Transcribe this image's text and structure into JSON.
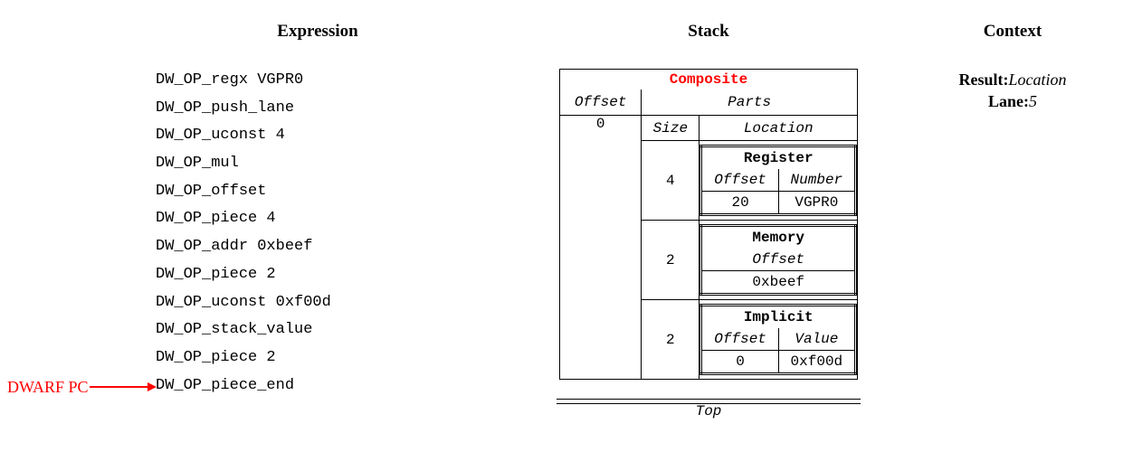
{
  "headings": {
    "expression": "Expression",
    "stack": "Stack",
    "context": "Context"
  },
  "expression": {
    "lines": [
      "DW_OP_regx VGPR0",
      "DW_OP_push_lane",
      "DW_OP_uconst 4",
      "DW_OP_mul",
      "DW_OP_offset",
      "DW_OP_piece 4",
      "DW_OP_addr 0xbeef",
      "DW_OP_piece 2",
      "DW_OP_uconst 0xf00d",
      "DW_OP_stack_value",
      "DW_OP_piece 2",
      "DW_OP_piece_end"
    ],
    "pc_marker": {
      "label": "DWARF PC",
      "color": "#ff0000"
    }
  },
  "stack": {
    "title": "Composite",
    "title_color": "#ff0000",
    "headers": {
      "offset": "Offset",
      "parts": "Parts",
      "size": "Size",
      "location": "Location"
    },
    "offset_value": "0",
    "bottom_label": "Top",
    "parts": [
      {
        "size": "4",
        "kind": "Register",
        "columns": [
          "Offset",
          "Number"
        ],
        "values": [
          "20",
          "VGPR0"
        ]
      },
      {
        "size": "2",
        "kind": "Memory",
        "columns": [
          "Offset"
        ],
        "values": [
          "0xbeef"
        ]
      },
      {
        "size": "2",
        "kind": "Implicit",
        "columns": [
          "Offset",
          "Value"
        ],
        "values": [
          "0",
          "0xf00d"
        ]
      }
    ]
  },
  "context": {
    "entries": [
      {
        "key": "Result:",
        "value": "Location"
      },
      {
        "key": "Lane:",
        "value": "5"
      }
    ]
  }
}
